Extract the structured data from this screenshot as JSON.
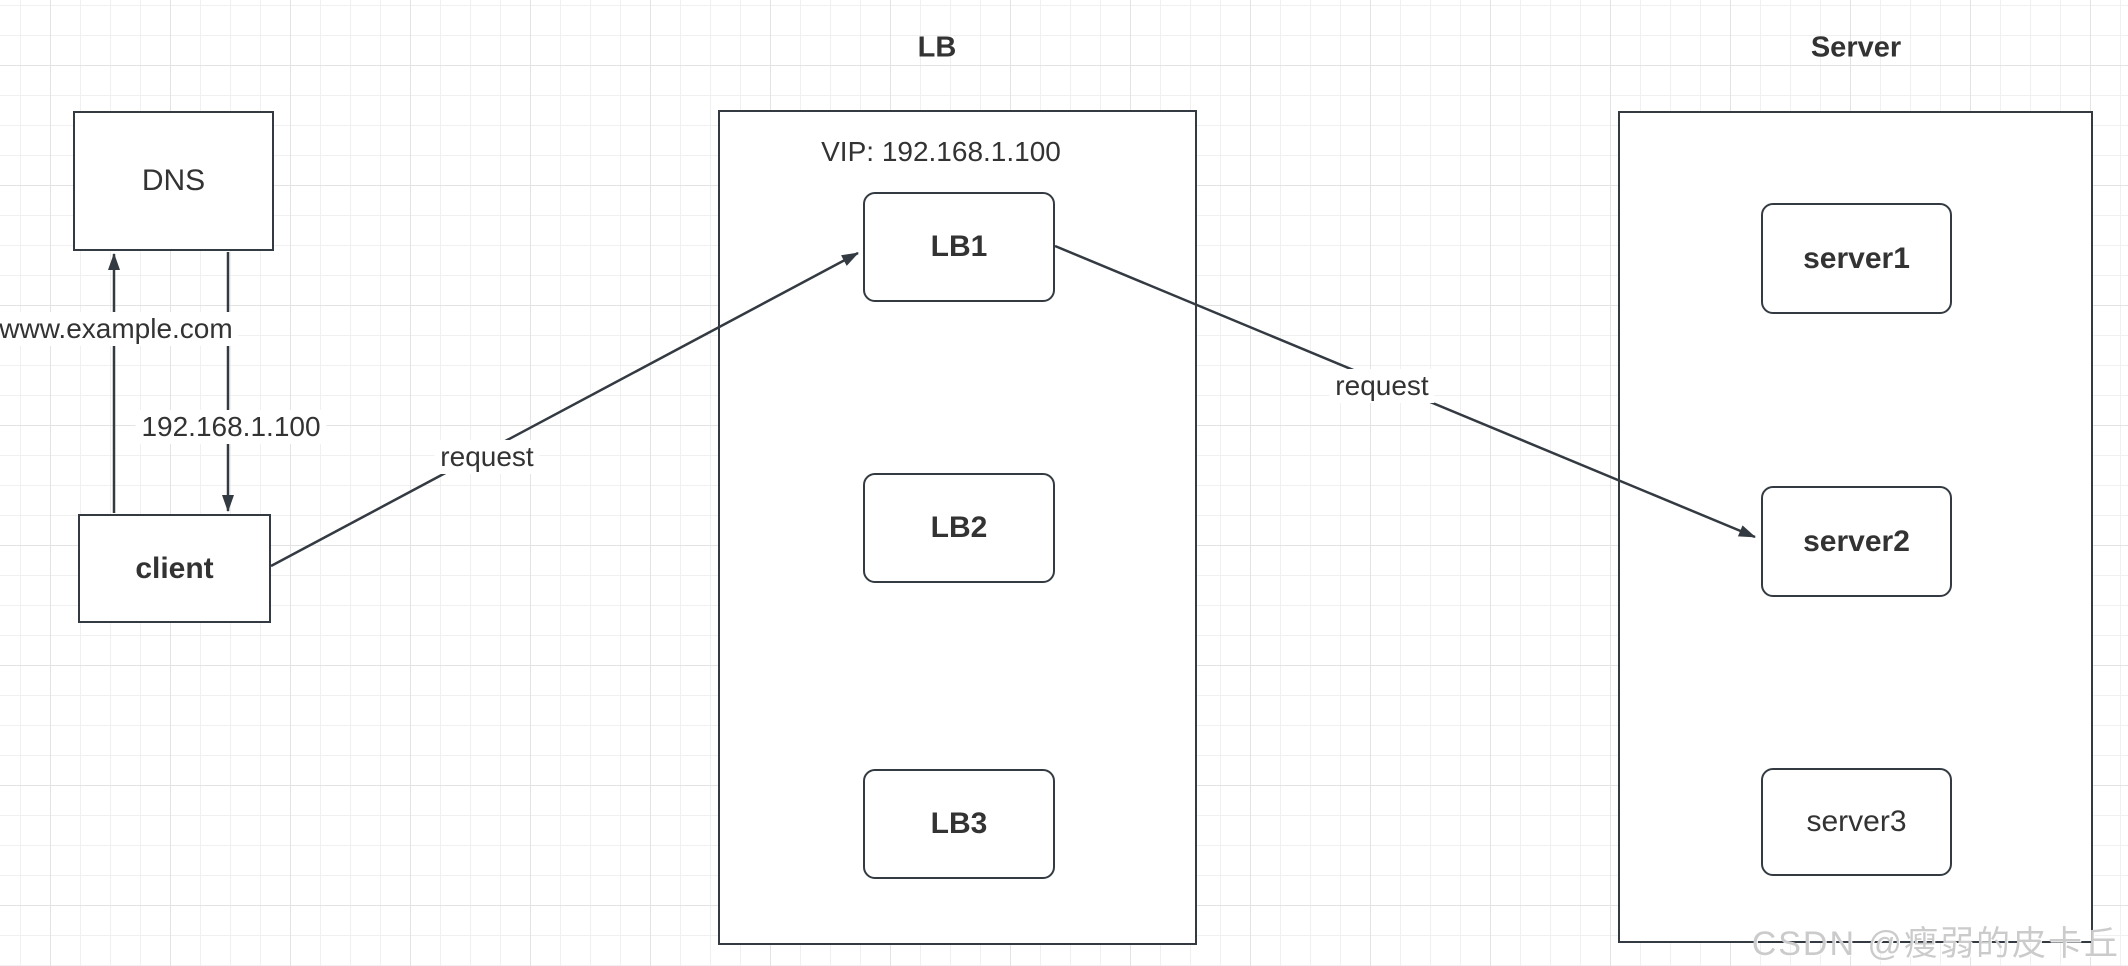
{
  "diagram": {
    "dns": {
      "label": "DNS"
    },
    "client": {
      "label": "client"
    },
    "lb_group": {
      "title": "LB",
      "vip": "VIP: 192.168.1.100",
      "nodes": [
        {
          "label": "LB1"
        },
        {
          "label": "LB2"
        },
        {
          "label": "LB3"
        }
      ]
    },
    "server_group": {
      "title": "Server",
      "nodes": [
        {
          "label": "server1"
        },
        {
          "label": "server2"
        },
        {
          "label": "server3"
        }
      ]
    },
    "edges": {
      "dns_query_label": "www.example.com",
      "dns_response_label": "192.168.1.100",
      "client_to_lb_label": "request",
      "lb_to_server_label": "request"
    },
    "watermark": "CSDN @瘦弱的皮卡丘",
    "colors": {
      "stroke": "#333a41",
      "text": "#333333",
      "grid_minor": "#f0f0f0",
      "grid_major": "#e3e3e3",
      "watermark": "#cbcbcb"
    }
  }
}
